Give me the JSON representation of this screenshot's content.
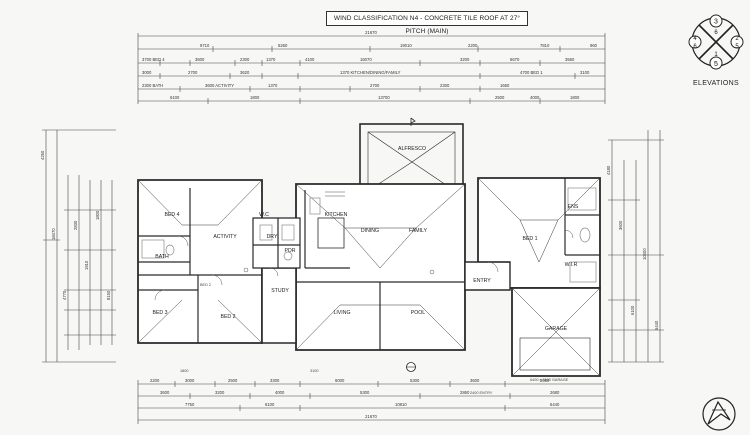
{
  "title": "WIND CLASSIFICATION N4 - CONCRETE TILE ROOF AT 27° PITCH (MAIN)",
  "elevations": {
    "label": "ELEVATIONS",
    "marks": [
      "3",
      "6",
      "4",
      "6",
      "2",
      "5",
      "1",
      "5"
    ]
  },
  "rooms": {
    "alfresco": "ALFRESCO",
    "kitchen": "KITCHEN",
    "dining": "DINING",
    "family": "FAMILY",
    "bed4": "BED 4",
    "activity": "ACTIVITY",
    "bath": "BATH",
    "wc": "W.C",
    "dry": "DRY",
    "pdr": "PDR",
    "study": "STUDY",
    "living": "LIVING",
    "pool": "POOL",
    "bed3": "BED 3",
    "bed2": "BED 2",
    "entry": "ENTRY",
    "bed1": "BED 1",
    "ens": "ENS",
    "wir": "W.I.R",
    "garage": "GARAGE"
  },
  "dimensions": {
    "top_overall": "21670",
    "top_row2": [
      "9710",
      "5260",
      "19010",
      "2200",
      "7810",
      "960"
    ],
    "top_row3": [
      "3700 BED 4",
      "3600",
      "2300",
      "1370",
      "4100",
      "16070",
      "3200",
      "6670",
      "3560"
    ],
    "top_row4": [
      "3000",
      "2700",
      "3620",
      "1370 KITCHEN/DINING/FAMILY",
      "4700 BED 1",
      "3100"
    ],
    "top_row5": [
      "2300 BATH",
      "3600 ACTIVITY",
      "1370",
      "2700",
      "2300",
      "1660"
    ],
    "top_row6": [
      "6100",
      "1800",
      "13700",
      "2500",
      "4000",
      "1800"
    ],
    "bottom_row1": [
      "2200",
      "3000",
      "2500",
      "3300",
      "6000",
      "5300",
      "3600",
      "2000"
    ],
    "bottom_row2": [
      "3600",
      "3200",
      "4000",
      "5300",
      "2860",
      "2680"
    ],
    "bottom_row3": [
      "7750",
      "6100",
      "10810",
      "6440"
    ],
    "bottom_overall": "21670",
    "left_side": [
      "4260",
      "18470",
      "4770",
      "2830",
      "1910",
      "1800",
      "8150"
    ],
    "right_side": [
      "4180",
      "3600",
      "6100",
      "10400",
      "6440"
    ],
    "centre_marks": [
      "BED 2",
      "1800",
      "3100"
    ],
    "garage_label": "6400 x 6100 GARAGE",
    "entry_label": "2400 ENTRY"
  },
  "colors": {
    "background": "#f7f7f5",
    "line": "#2a2a2a",
    "fixtures": "#9a9a9a",
    "fill": "#ffffff"
  }
}
